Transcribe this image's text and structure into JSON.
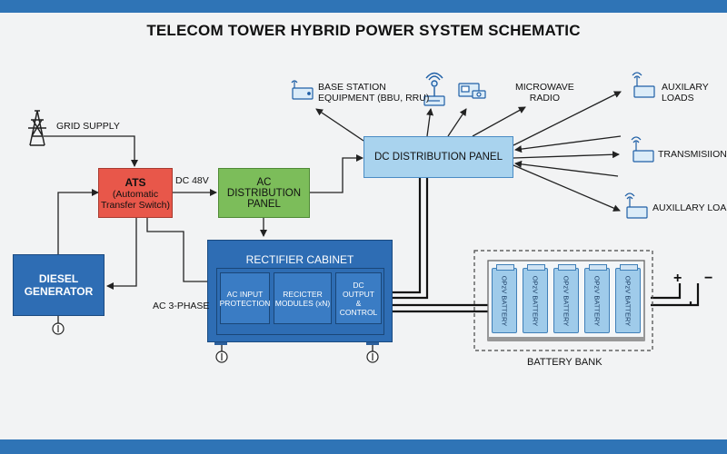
{
  "title": "TELECOM TOWER HYBRID POWER SYSTEM SCHEMATIC",
  "labels": {
    "grid_supply": "GRID SUPPLY",
    "dc_48v": "DC 48V",
    "ac_3phase": "AC 3-PHASE",
    "battery_bank": "BATTERY BANK",
    "base_station": "BASE STATION\nEQUIPMENT (BBU, RRU)",
    "microwave": "MICROWAVE\nRADIO",
    "aux_loads_1": "AUXILARY\nLOADS",
    "transmission": "TRANSMISIION",
    "aux_loads_2": "AUXILLARY LOADS",
    "plus": "+",
    "minus": "−"
  },
  "blocks": {
    "ats_title": "ATS",
    "ats_sub": "(Automatic\nTransfer Switch)",
    "ac_panel": "AC\nDISTRIBUTION\nPANEL",
    "dc_panel": "DC DISTRIBUTION PANEL",
    "diesel": "DIESEL\nGENERATOR",
    "rectifier": "RECTIFIER CABINET",
    "mod_ac_input": "AC INPUT\nPROTECTION",
    "mod_rectifier": "RECICTER\nMODULES (xN)",
    "mod_dc_output": "DC OUTPUT\n& CONTROL"
  },
  "battery_cells": [
    "OPzV BATTERY",
    "OPzV BATTERY",
    "OPzV BATTERY",
    "OPzV BATTERY",
    "OPzV BATTERY"
  ],
  "colors": {
    "ats": "#e8574a",
    "ac_panel": "#7cbd5a",
    "dc_panel": "#a9d3ee",
    "diesel": "#2e6db4",
    "rectifier": "#2e6db4",
    "battery": "#9fcbea",
    "band": "#2f74b6"
  },
  "icons": {
    "pylon": "transmission-tower-icon",
    "equipment": "network-equipment-icon",
    "antenna": "antenna-icon",
    "ground": "ground-icon"
  }
}
